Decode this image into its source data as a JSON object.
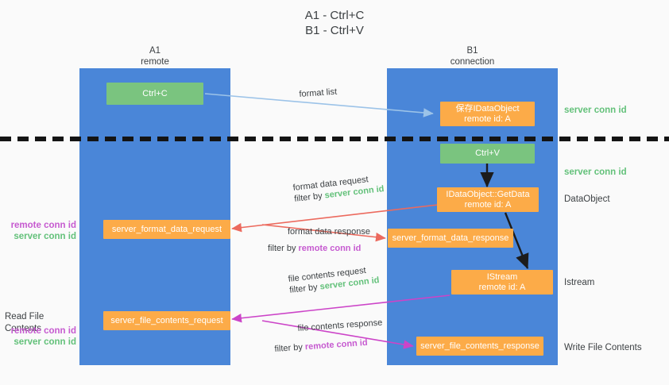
{
  "title": {
    "line1": "A1 - Ctrl+C",
    "line2": "B1 - Ctrl+V"
  },
  "lanes": [
    {
      "id": "a1",
      "name": "A1",
      "role": "remote"
    },
    {
      "id": "b1",
      "name": "B1",
      "role": "connection"
    }
  ],
  "boxes": {
    "ctrl_c": {
      "label": "Ctrl+C",
      "color": "#7ac47f"
    },
    "save_idataobject": {
      "line1": "保存IDataObject",
      "line2": "remote id: A",
      "color": "#fcab48"
    },
    "ctrl_v": {
      "label": "Ctrl+V",
      "color": "#7ac47f"
    },
    "getdata": {
      "line1": "IDataObject::GetData",
      "line2": "remote id: A",
      "color": "#fcab48"
    },
    "server_format_data_request": {
      "label": "server_format_data_request",
      "color": "#fcab48"
    },
    "server_format_data_response": {
      "label": "server_format_data_response",
      "color": "#fcab48"
    },
    "istream": {
      "line1": "IStream",
      "line2": "remote id: A",
      "color": "#fcab48"
    },
    "server_file_contents_request": {
      "label": "server_file_contents_request",
      "color": "#fcab48"
    },
    "server_file_contents_response": {
      "label": "server_file_contents_response",
      "color": "#fcab48"
    }
  },
  "right_labels": {
    "server_conn_id_top": "server conn id",
    "server_conn_id_mid": "server conn id",
    "dataobject": "DataObject",
    "istream": "Istream",
    "write_file_contents": "Write File Contents"
  },
  "left_labels": {
    "remote_conn_id_upper": "remote conn id",
    "server_conn_id_upper": "server conn id",
    "read_file_contents": "Read File Contents",
    "remote_conn_id_lower": "remote conn id",
    "server_conn_id_lower": "server conn id"
  },
  "edges": {
    "format_list": {
      "label": "format list"
    },
    "format_data_request": {
      "line1": "format data request",
      "prefix": "filter by ",
      "highlight": "server conn id"
    },
    "format_data_response": {
      "line1": "format data response",
      "prefix": "filter by ",
      "highlight": "remote conn id"
    },
    "file_contents_request": {
      "line1": "file contents request",
      "prefix": "filter by ",
      "highlight": "server conn id"
    },
    "file_contents_response": {
      "line1": "file contents response",
      "prefix": "filter by ",
      "highlight": "remote conn id"
    }
  },
  "colors": {
    "lane": "#4a86d8",
    "green": "#7ac47f",
    "orange": "#fcab48",
    "green_text": "#63c17a",
    "magenta_text": "#c65ad0",
    "arrow_light_blue": "#9cc3e8",
    "arrow_red": "#ec6a5e",
    "arrow_magenta": "#cc44c8",
    "arrow_dark": "#1c1c1c"
  }
}
